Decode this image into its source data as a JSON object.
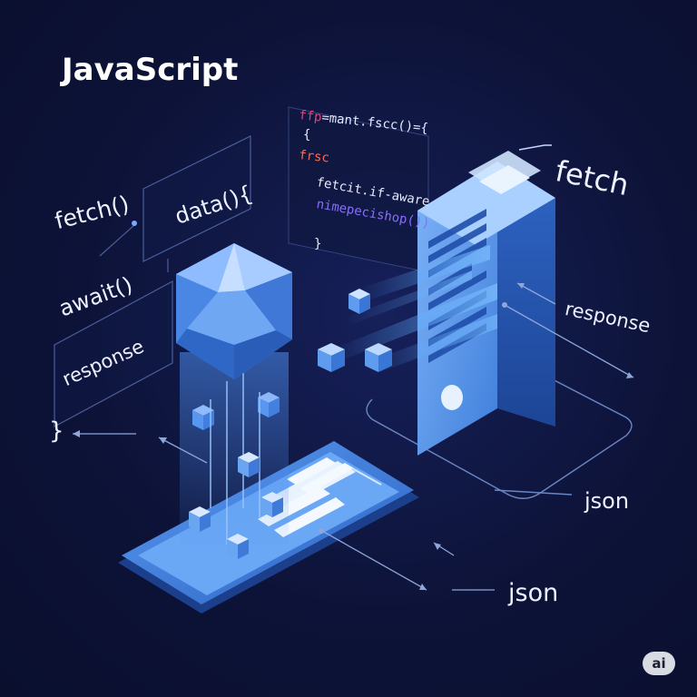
{
  "title": "JavaScript",
  "labels": {
    "fetch_fn": "fetch()",
    "data_fn": "data(){",
    "await_fn": "await()",
    "response_left": "response",
    "close_brace": "}",
    "fetch": "fetch",
    "response_right": "response",
    "json_upper": "json",
    "json_lower": "json"
  },
  "code_lines": {
    "line1_kw": "ffp",
    "line1_rest": "=mant.fscc()={",
    "line2": "{",
    "line3_kw": "frsc",
    "line4": "fetcit.if-aware",
    "line5": "nimepecishop())",
    "line6": "}"
  },
  "badge": "ai",
  "colors": {
    "background": "#0c1133",
    "accent": "#4a8ee8",
    "code_keyword": "#e0457a",
    "code_highlight": "#8a6cff"
  }
}
